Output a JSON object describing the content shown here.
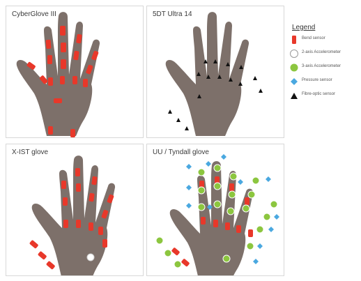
{
  "panels": [
    {
      "id": "cyberglove",
      "title": "CyberGlove III"
    },
    {
      "id": "5dt",
      "title": "5DT Ultra 14"
    },
    {
      "id": "xist",
      "title": "X-IST glove"
    },
    {
      "id": "uu",
      "title": "UU / Tyndall glove"
    }
  ],
  "legend": {
    "title": "Legend",
    "items": [
      {
        "label": "Bend sensor",
        "icon": "bend-sensor-icon",
        "color": "#e8382a"
      },
      {
        "label": "2-axis Accelerometer",
        "icon": "accelerometer-2axis-icon",
        "color": "#ffffff"
      },
      {
        "label": "3-axis Accelerometer",
        "icon": "accelerometer-3axis-icon",
        "color": "#8cc63f"
      },
      {
        "label": "Pressure sensor",
        "icon": "pressure-sensor-icon",
        "color": "#4aa8e0"
      },
      {
        "label": "Fibre-optic sensor",
        "icon": "fibre-optic-sensor-icon",
        "color": "#111111"
      }
    ]
  },
  "colors": {
    "hand": "#7d706a",
    "bend": "#e8382a",
    "accel3": "#8cc63f",
    "pressure": "#4aa8e0",
    "fibre": "#111111"
  }
}
